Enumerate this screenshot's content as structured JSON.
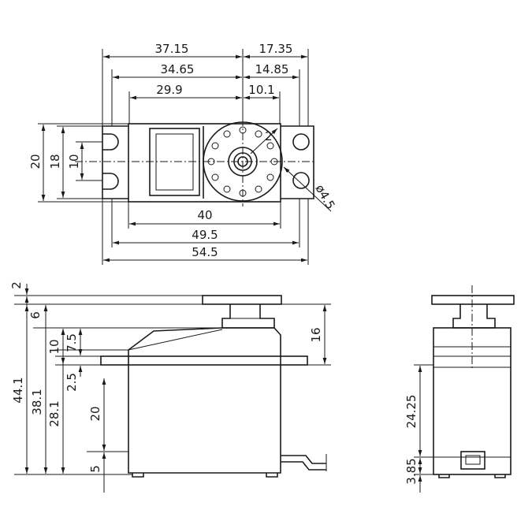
{
  "top_view": {
    "dims": {
      "d37_15": "37.15",
      "d17_35": "17.35",
      "d34_65": "34.65",
      "d14_85": "14.85",
      "d29_9": "29.9",
      "d10_1": "10.1",
      "d40": "40",
      "d49_5": "49.5",
      "d54_5": "54.5",
      "d20": "20",
      "d18": "18",
      "d10": "10",
      "d2": "2",
      "hole": "ø4.5"
    }
  },
  "side_view": {
    "dims": {
      "d2": "2",
      "d6": "6",
      "d44_1": "44.1",
      "d38_1": "38.1",
      "d28_1": "28.1",
      "d10": "10",
      "d7_5": "7.5",
      "d2_5": "2.5",
      "d20": "20",
      "d5": "5",
      "d16": "16"
    }
  },
  "end_view": {
    "dims": {
      "d24_25": "24.25",
      "d3_85": "3.85"
    }
  }
}
